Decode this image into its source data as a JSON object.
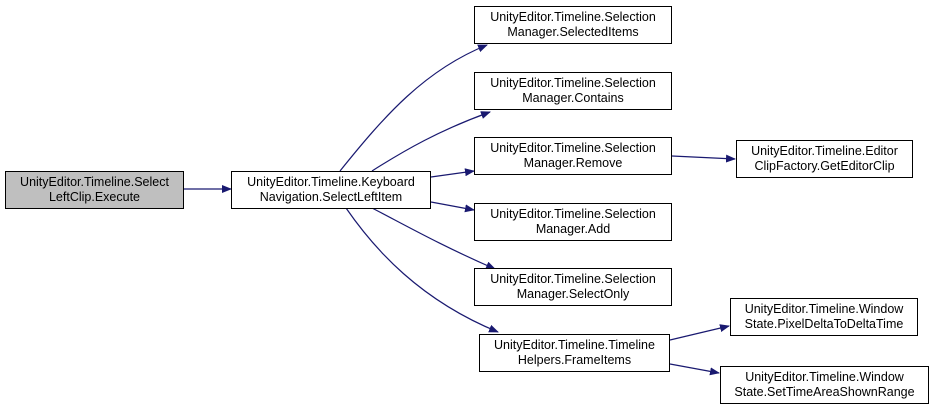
{
  "graph": {
    "root": {
      "line1": "UnityEditor.Timeline.Select",
      "line2": "LeftClip.Execute",
      "fill": "#bfbfbf"
    },
    "select_left_item": {
      "line1": "UnityEditor.Timeline.Keyboard",
      "line2": "Navigation.SelectLeftItem"
    },
    "selected_items": {
      "line1": "UnityEditor.Timeline.Selection",
      "line2": "Manager.SelectedItems"
    },
    "contains": {
      "line1": "UnityEditor.Timeline.Selection",
      "line2": "Manager.Contains"
    },
    "remove": {
      "line1": "UnityEditor.Timeline.Selection",
      "line2": "Manager.Remove"
    },
    "add": {
      "line1": "UnityEditor.Timeline.Selection",
      "line2": "Manager.Add"
    },
    "select_only": {
      "line1": "UnityEditor.Timeline.Selection",
      "line2": "Manager.SelectOnly"
    },
    "frame_items": {
      "line1": "UnityEditor.Timeline.Timeline",
      "line2": "Helpers.FrameItems"
    },
    "get_editor_clip": {
      "line1": "UnityEditor.Timeline.Editor",
      "line2": "ClipFactory.GetEditorClip"
    },
    "pixel_delta": {
      "line1": "UnityEditor.Timeline.Window",
      "line2": "State.PixelDeltaToDeltaTime"
    },
    "set_time_area": {
      "line1": "UnityEditor.Timeline.Window",
      "line2": "State.SetTimeAreaShownRange"
    },
    "edge_color": "#191970"
  }
}
